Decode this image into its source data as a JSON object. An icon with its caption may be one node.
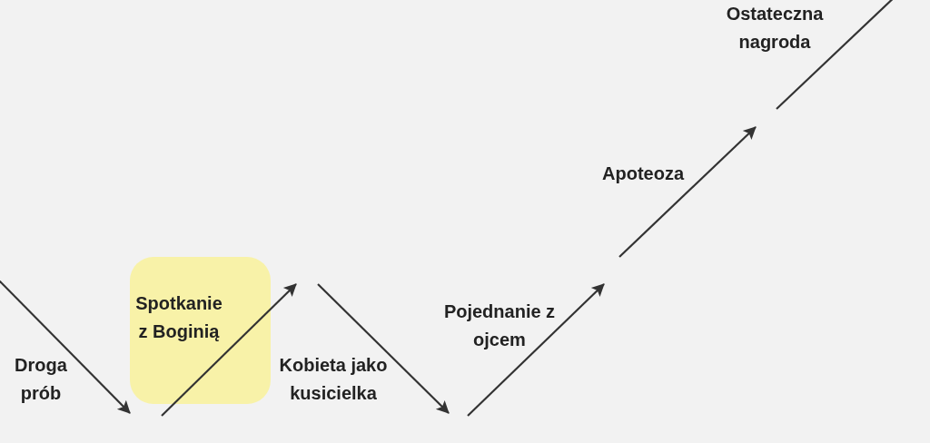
{
  "diagram": {
    "nodes": [
      {
        "text": [
          "Spotkanie z Boginią"
        ]
      }
    ],
    "labels": [
      "Ostateczna nagroda",
      "Apoteoza",
      "Pojednanie z ojcem",
      "Droga prób",
      "Kobieta jako kusicielka"
    ]
  }
}
